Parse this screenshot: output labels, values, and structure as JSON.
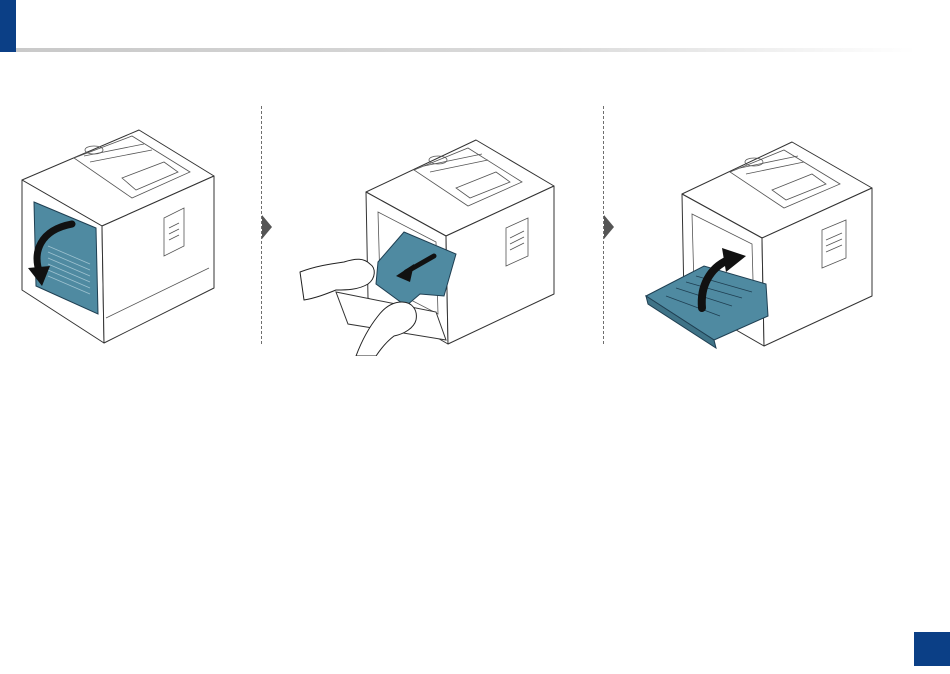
{
  "document": {
    "page_number": "",
    "accent_color": "#0b3f86",
    "highlight_color": "#4f8aa1"
  },
  "steps": [
    {
      "id": 1,
      "icon": "printer-open-rear-cover-icon"
    },
    {
      "id": 2,
      "icon": "printer-remove-jammed-paper-icon"
    },
    {
      "id": 3,
      "icon": "printer-close-duplex-unit-icon"
    }
  ]
}
